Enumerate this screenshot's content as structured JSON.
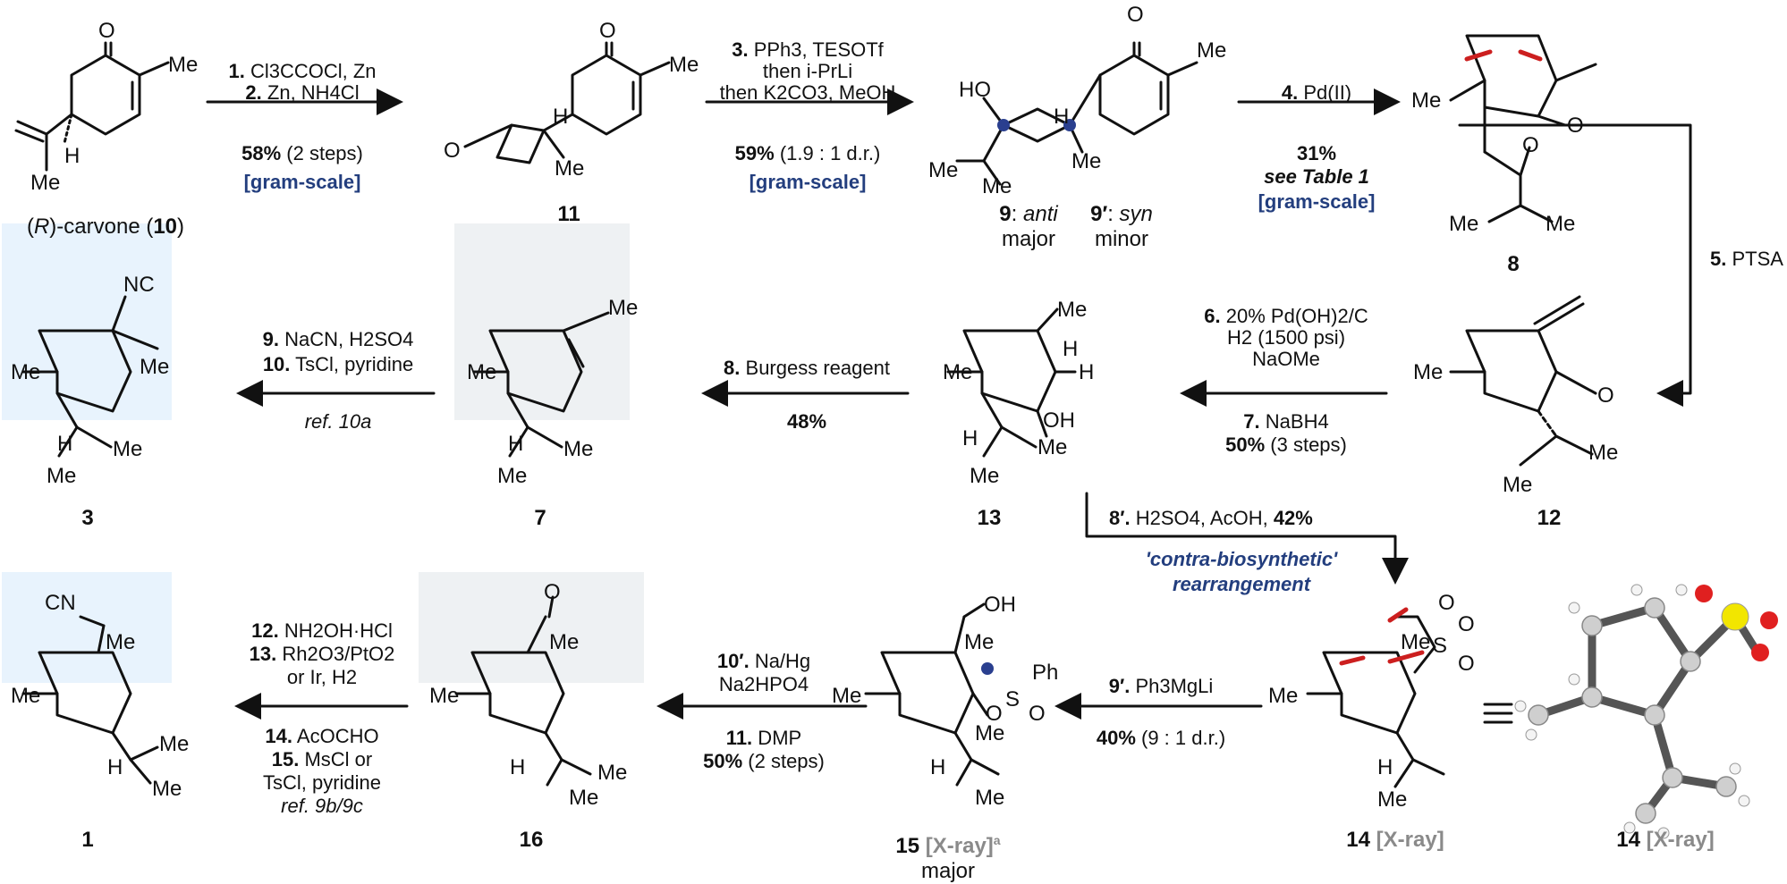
{
  "compounds": {
    "c10": {
      "num": "10",
      "pre": "(",
      "r": "R",
      "mid": ")-carvone (",
      "post": ")"
    },
    "c11": "11",
    "c9": {
      "num": "9",
      "sep": ": ",
      "desc": "anti",
      "sub": "major"
    },
    "c9p": {
      "num": "9′",
      "sep": ": ",
      "desc": "syn",
      "sub": "minor"
    },
    "c8": "8",
    "c12": "12",
    "c13": "13",
    "c7": "7",
    "c3": "3",
    "c14": {
      "num": "14",
      "tag": "[X-ray]"
    },
    "c14b": {
      "num": "14",
      "tag": "[X-ray]"
    },
    "c15": {
      "num": "15",
      "tag": "[X-ray]",
      "sup": "a",
      "sub": "major"
    },
    "c16": "16",
    "c1": "1"
  },
  "steps": {
    "s1": {
      "n": "1.",
      "t": "Cl3CCOCl, Zn"
    },
    "s2": {
      "n": "2.",
      "t": "Zn, NH4Cl"
    },
    "y12": {
      "v": "58%",
      "t": " (2 steps)"
    },
    "gram1": "[gram-scale]",
    "s3": {
      "n": "3.",
      "t": "PPh3, TESOTf"
    },
    "s3b": "then i-PrLi",
    "s3c": "then K2CO3, MeOH",
    "y3": {
      "v": "59%",
      "t": " (1.9 : 1 d.r.)"
    },
    "gram2": "[gram-scale]",
    "s4": {
      "n": "4.",
      "t": "Pd(II)"
    },
    "y4": "31%",
    "table": "see Table 1",
    "gram3": "[gram-scale]",
    "s5": {
      "n": "5.",
      "t": "PTSA"
    },
    "s6": {
      "n": "6.",
      "t": "20% Pd(OH)2/C"
    },
    "s6b": "H2 (1500 psi)",
    "s6c": "NaOMe",
    "s7": {
      "n": "7.",
      "t": "NaBH4"
    },
    "y67": {
      "v": "50%",
      "t": " (3 steps)"
    },
    "s8": {
      "n": "8.",
      "t": "Burgess reagent"
    },
    "y8": "48%",
    "s9": {
      "n": "9.",
      "t": "NaCN, H2SO4"
    },
    "s10": {
      "n": "10.",
      "t": "TsCl, pyridine"
    },
    "ref10": "ref. 10a",
    "s8p": {
      "n": "8′.",
      "t": "H2SO4, AcOH, ",
      "y": "42%"
    },
    "contra": "'contra-biosynthetic'",
    "rearr": "rearrangement",
    "s9p": {
      "n": "9′.",
      "t": "Ph3MgLi"
    },
    "y9p": {
      "v": "40%",
      "t": " (9 : 1 d.r.)"
    },
    "s10p": {
      "n": "10′.",
      "t": "Na/Hg"
    },
    "s10pb": "Na2HPO4",
    "s11": {
      "n": "11.",
      "t": "DMP"
    },
    "y11": {
      "v": "50%",
      "t": " (2 steps)"
    },
    "s12": {
      "n": "12.",
      "t": "NH2OH·HCl"
    },
    "s13": {
      "n": "13.",
      "t": "Rh2O3/PtO2"
    },
    "s13b": "or Ir, H2",
    "s14": {
      "n": "14.",
      "t": "AcOCHO"
    },
    "s15": {
      "n": "15.",
      "t": "MsCl or"
    },
    "s15b": "TsCl, pyridine",
    "ref9": "ref. 9b/9c"
  },
  "atoms": {
    "Me": "Me",
    "H": "H",
    "O": "O",
    "HO": "HO",
    "OH": "OH",
    "NC": "NC",
    "CN": "CN",
    "S": "S",
    "Ph": "Ph"
  },
  "colors": {
    "blue_text": "#233e7e",
    "grey_text": "#8a8a8a",
    "panel_blue": "#e8f3fd",
    "panel_grey": "#eef1f3",
    "red": "#cc1f1f",
    "dot": "#2a3f8f",
    "sulfur": "#f2e600"
  }
}
